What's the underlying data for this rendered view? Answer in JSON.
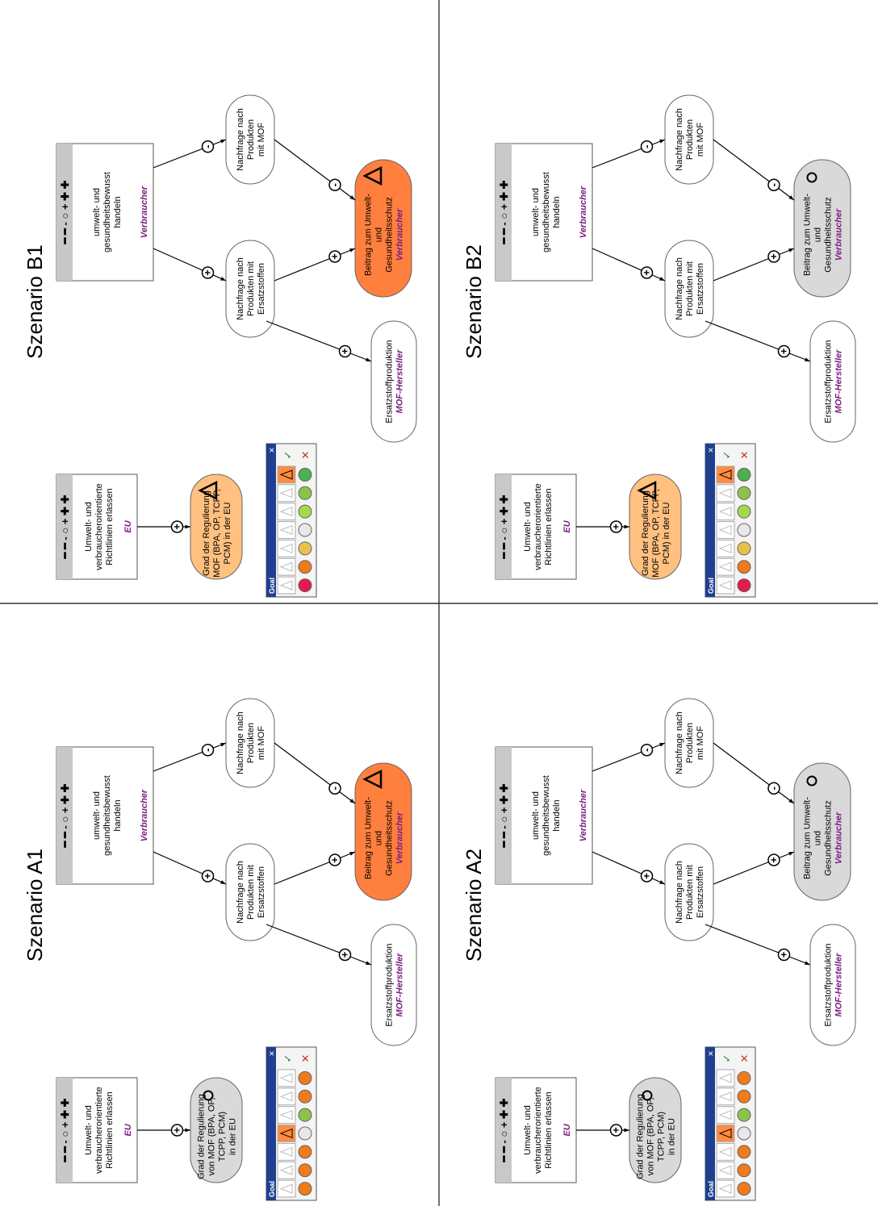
{
  "scenarios": [
    {
      "id": "A1",
      "title": "Szenario A1",
      "goal_fill": "#d9d9d9",
      "goal_symbol": "circle",
      "need_fill": "#ff7f3f",
      "need_symbol": "triangle",
      "bar_selected": 3
    },
    {
      "id": "B1",
      "title": "Szenario B1",
      "goal_fill": "#ffc080",
      "goal_symbol": "triangle",
      "need_fill": "#ff7f3f",
      "need_symbol": "triangle",
      "bar_selected": 6
    },
    {
      "id": "A2",
      "title": "Szenario A2",
      "goal_fill": "#d9d9d9",
      "goal_symbol": "circle",
      "need_fill": "#d9d9d9",
      "need_symbol": "circle",
      "bar_selected": 3
    },
    {
      "id": "B2",
      "title": "Szenario B2",
      "goal_fill": "#ffc080",
      "goal_symbol": "triangle",
      "need_fill": "#d9d9d9",
      "need_symbol": "circle",
      "bar_selected": 6
    }
  ],
  "actors": {
    "eu": {
      "lines": [
        "Umwelt- und",
        "verbraucherorientierte",
        "Richtlinien erlassen"
      ],
      "role": "EU"
    },
    "consumer": {
      "lines": [
        "umwelt- und",
        "gesundheitsbewusst",
        "handeln"
      ],
      "role": "Verbraucher"
    }
  },
  "scale_label": "━ ━ - ○ + ✚ ✚",
  "goals": {
    "regulation_A": [
      "Grad der Regulierung",
      "von MOF (BPA, OP,",
      "TCPP, PCM)",
      "in der EU"
    ],
    "regulation_B": [
      "Grad der Regulierung",
      "MOF (BPA, OP, TCPP,",
      "PCM) in der EU"
    ],
    "demand_subst": [
      "Nachfrage nach",
      "Produkten mit",
      "Ersatzstoffen"
    ],
    "demand_mof": [
      "Nachfrage nach",
      "Produkten",
      "mit MOF"
    ],
    "contribution": [
      "Beitrag zum Umwelt-",
      "und",
      "Gesundheitsschutz"
    ],
    "contribution_role": "Verbraucher",
    "production": [
      "Ersatzstoffproduktion"
    ],
    "production_role": "MOF-Hersteller"
  },
  "panel": {
    "label": "Goal",
    "check": "✓",
    "cross": "✕",
    "close": "✕"
  },
  "colors": {
    "role": "#7a1c7e",
    "divider": "#333333",
    "orange": "#ff7f3f",
    "light_orange": "#ffc080",
    "gray": "#d9d9d9"
  }
}
